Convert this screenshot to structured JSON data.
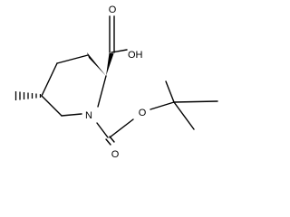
{
  "molecule": {
    "atoms": {
      "carboxyl_oxygen_top": "O",
      "hydroxyl": "OH",
      "ring_nitrogen": "N",
      "ester_oxygen": "O",
      "carbonyl_oxygen_bottom": "O"
    },
    "colors": {
      "bond": "#000000",
      "label": "#000000",
      "background": "#ffffff"
    }
  }
}
